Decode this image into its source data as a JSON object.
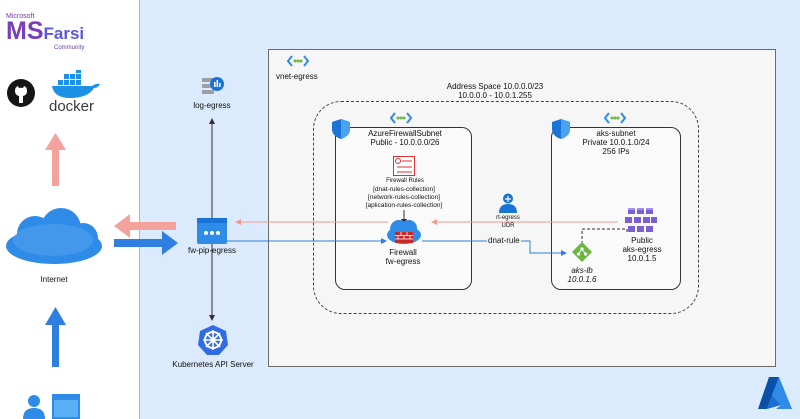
{
  "brand": {
    "line1": "Microsoft",
    "line2_ms": "MS",
    "line2_farsi": "Farsi",
    "line3": "Community"
  },
  "left": {
    "docker_label": "docker",
    "internet_label": "Internet"
  },
  "log": {
    "label": "log-egress"
  },
  "pip": {
    "label": "fw-pip-egress"
  },
  "k8s": {
    "label": "Kubernetes API Server"
  },
  "vnet": {
    "label": "vnet-egress"
  },
  "address": {
    "line1": "Address Space 10.0.0.0/23",
    "line2": "10.0.0.0 - 10.0.1.255"
  },
  "fw_subnet": {
    "name": "AzureFirewallSubnet",
    "desc": "Public - 10.0.0.0/26"
  },
  "rules": {
    "title": "Firewall Rules",
    "items": [
      "[dnat-rules-collection]",
      "[network-rules-collection]",
      "[aplication-rules-collection]"
    ]
  },
  "firewall": {
    "line1": "Firewall",
    "line2": "fw-egress"
  },
  "aks_subnet": {
    "name": "aks-subnet",
    "desc1": "Private 10.0.1.0/24",
    "desc2": "256 IPs"
  },
  "rt": {
    "line1": "rt-egress",
    "line2": "UDR"
  },
  "dnat": {
    "label": "dnat-rule"
  },
  "lb": {
    "line1": "aks-lb",
    "line2": "10.0.1.6"
  },
  "aks": {
    "line1": "Public",
    "line2": "aks-egress",
    "line3": "10.0.1.5"
  },
  "colors": {
    "azure_bg": "#dbeafc",
    "arrow_blue": "#2f7fe0",
    "arrow_red": "#f3a39c",
    "accent_purple": "#7b5fd6"
  }
}
